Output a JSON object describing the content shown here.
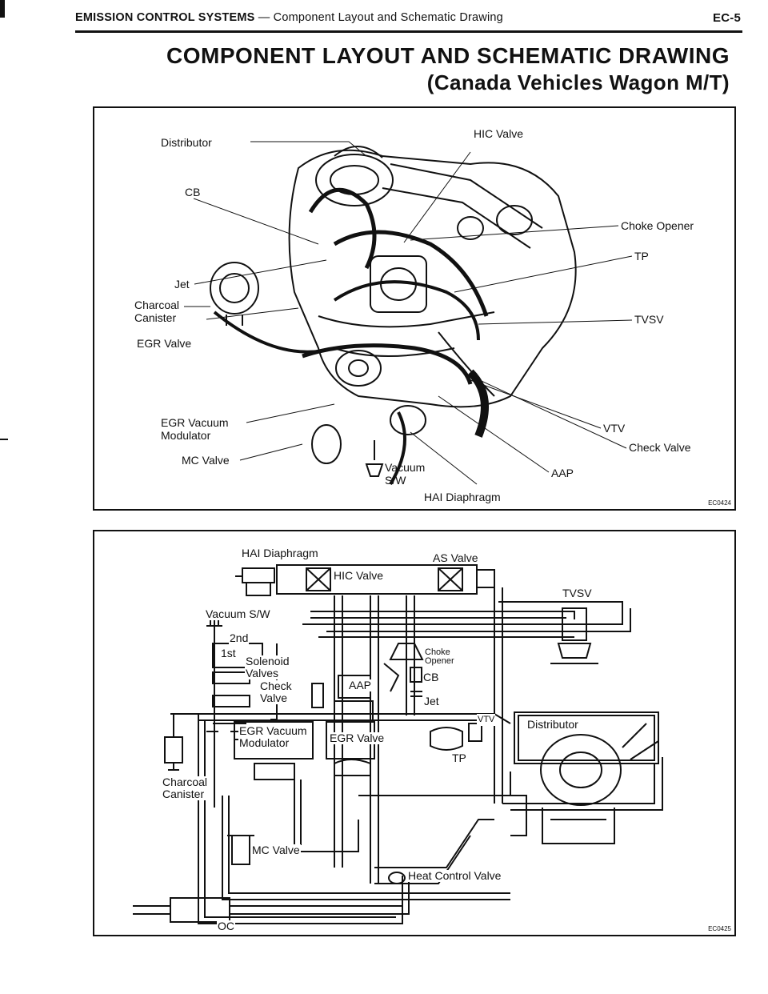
{
  "header": {
    "section": "EMISSION CONTROL SYSTEMS",
    "subtitle": " — Component Layout and Schematic Drawing",
    "page": "EC-5"
  },
  "title": {
    "line1": "COMPONENT LAYOUT AND SCHEMATIC DRAWING",
    "line2": "(Canada Vehicles Wagon M/T)"
  },
  "layout_figure": {
    "code": "EC0424",
    "labels": {
      "distributor": "Distributor",
      "hic_valve": "HIC Valve",
      "cb": "CB",
      "choke_opener": "Choke Opener",
      "tp": "TP",
      "jet": "Jet",
      "tvsv": "TVSV",
      "charcoal_canister": "Charcoal\nCanister",
      "egr_valve": "EGR Valve",
      "egr_vacuum_modulator": "EGR Vacuum\nModulator",
      "vtv": "VTV",
      "check_valve": "Check Valve",
      "mc_valve": "MC Valve",
      "vacuum_sw": "Vacuum\nS/W",
      "aap": "AAP",
      "hai_diaphragm": "HAI Diaphragm"
    }
  },
  "schematic_figure": {
    "code": "EC0425",
    "labels": {
      "hai_diaphragm": "HAI Diaphragm",
      "as_valve": "AS Valve",
      "hic_valve": "HIC Valve",
      "tvsv": "TVSV",
      "vacuum_sw": "Vacuum S/W",
      "second": "2nd",
      "first": "1st",
      "solenoid_valves": "Solenoid\nValves",
      "check_valve": "Check\nValve",
      "choke_opener": "Choke\nOpener",
      "aap": "AAP",
      "cb": "CB",
      "jet": "Jet",
      "vtv": "VTV",
      "distributor": "Distributor",
      "egr_vacuum_modulator": "EGR Vacuum\nModulator",
      "egr_valve": "EGR Valve",
      "tp": "TP",
      "charcoal_canister": "Charcoal\nCanister",
      "mc_valve": "MC Valve",
      "heat_control_valve": "Heat Control Valve",
      "oc": "OC"
    }
  },
  "colors": {
    "ink": "#111111",
    "paper": "#ffffff"
  }
}
